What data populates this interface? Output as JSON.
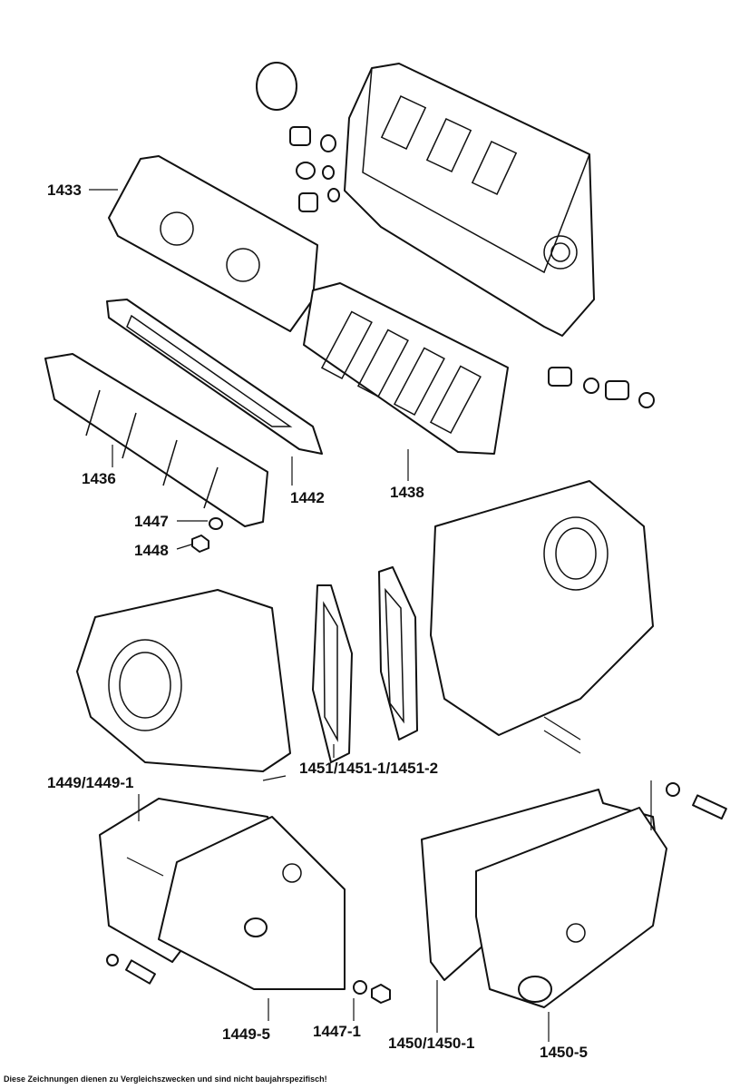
{
  "labels": {
    "p1433": "1433",
    "p1436": "1436",
    "p1442": "1442",
    "p1438": "1438",
    "p1447": "1447",
    "p1448": "1448",
    "p1451": "1451/1451-1/1451-2",
    "p1449": "1449/1449-1",
    "p1449_5": "1449-5",
    "p1447_1": "1447-1",
    "p1450": "1450/1450-1",
    "p1450_5": "1450-5"
  },
  "footer": "Diese Zeichnungen dienen zu Vergleichszwecken und sind nicht baujahrspezifisch!"
}
